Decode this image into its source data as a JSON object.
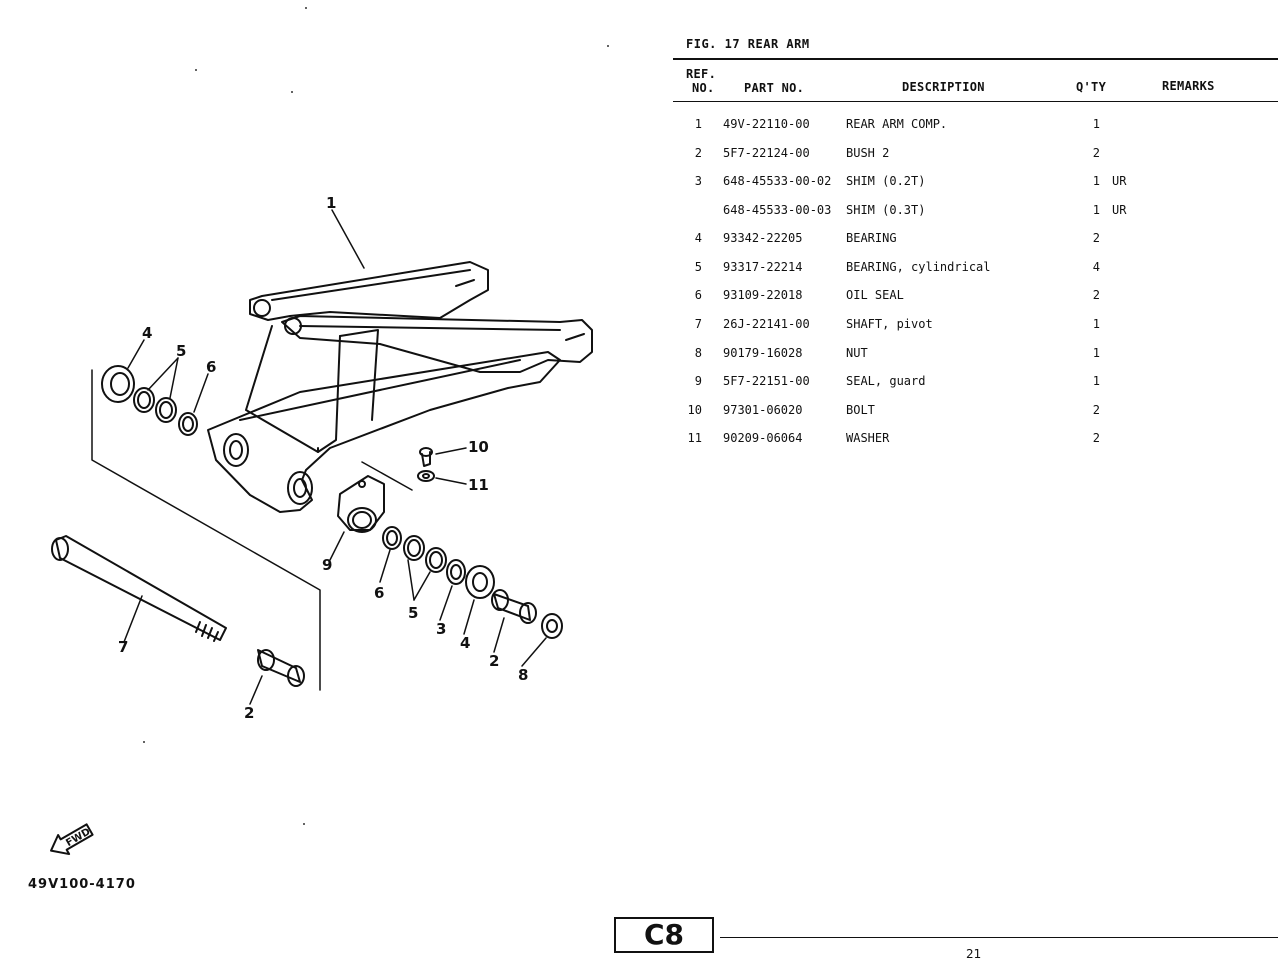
{
  "figure": {
    "title": "FIG. 17  REAR ARM",
    "part_code": "49V100-4170",
    "fwd_label": "FWD",
    "callouts": [
      "1",
      "2",
      "2",
      "3",
      "4",
      "4",
      "5",
      "5",
      "6",
      "6",
      "7",
      "8",
      "9",
      "10",
      "11"
    ]
  },
  "table": {
    "headers": {
      "ref_line1": "REF.",
      "ref_line2": "NO.",
      "part_no": "PART NO.",
      "description": "DESCRIPTION",
      "qty": "Q'TY",
      "remarks": "REMARKS"
    },
    "rows": [
      {
        "ref": "1",
        "part": "49V-22110-00",
        "desc": "REAR ARM COMP.",
        "qty": "1",
        "rem": ""
      },
      {
        "ref": "2",
        "part": "5F7-22124-00",
        "desc": "BUSH 2",
        "qty": "2",
        "rem": ""
      },
      {
        "ref": "3",
        "part": "648-45533-00-02",
        "desc": "SHIM (0.2T)",
        "qty": "1",
        "rem": "UR"
      },
      {
        "ref": "",
        "part": "648-45533-00-03",
        "desc": "SHIM (0.3T)",
        "qty": "1",
        "rem": "UR"
      },
      {
        "ref": "4",
        "part": "93342-22205",
        "desc": "BEARING",
        "qty": "2",
        "rem": ""
      },
      {
        "ref": "5",
        "part": "93317-22214",
        "desc": "BEARING, cylindrical",
        "qty": "4",
        "rem": ""
      },
      {
        "ref": "6",
        "part": "93109-22018",
        "desc": "OIL SEAL",
        "qty": "2",
        "rem": ""
      },
      {
        "ref": "7",
        "part": "26J-22141-00",
        "desc": "SHAFT, pivot",
        "qty": "1",
        "rem": ""
      },
      {
        "ref": "8",
        "part": "90179-16028",
        "desc": "NUT",
        "qty": "1",
        "rem": ""
      },
      {
        "ref": "9",
        "part": "5F7-22151-00",
        "desc": "SEAL, guard",
        "qty": "1",
        "rem": ""
      },
      {
        "ref": "10",
        "part": "97301-06020",
        "desc": "BOLT",
        "qty": "2",
        "rem": ""
      },
      {
        "ref": "11",
        "part": "90209-06064",
        "desc": "WASHER",
        "qty": "2",
        "rem": ""
      }
    ]
  },
  "footer": {
    "section": "C8",
    "page": "21"
  }
}
